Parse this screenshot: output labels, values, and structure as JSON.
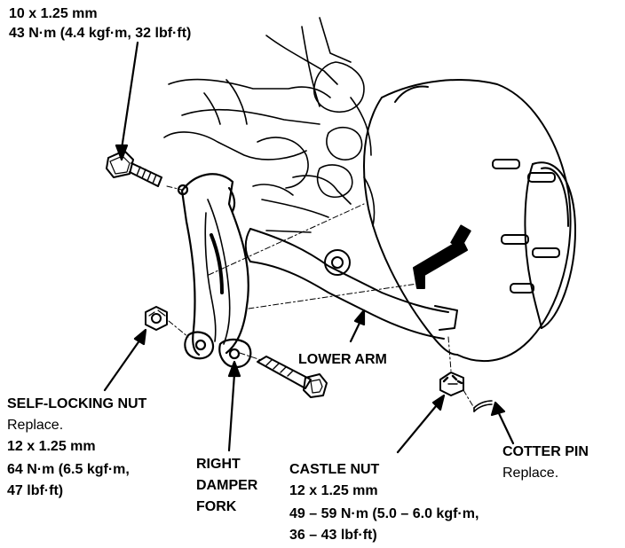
{
  "labels": {
    "bolt": {
      "size": "10 x 1.25 mm",
      "torque": "43 N·m (4.4 kgf·m, 32 lbf·ft)"
    },
    "self_locking_nut": {
      "title": "SELF-LOCKING NUT",
      "note": "Replace.",
      "size": "12 x 1.25 mm",
      "torque_line1": "64 N·m (6.5 kgf·m,",
      "torque_line2": "47 lbf·ft)"
    },
    "right_damper_fork": {
      "line1": "RIGHT",
      "line2": "DAMPER",
      "line3": "FORK"
    },
    "lower_arm": {
      "title": "LOWER ARM"
    },
    "castle_nut": {
      "title": "CASTLE NUT",
      "size": "12 x 1.25 mm",
      "torque_line1": "49 – 59 N·m (5.0 – 6.0 kgf·m,",
      "torque_line2": "36 – 43 lbf·ft)"
    },
    "cotter_pin": {
      "title": "COTTER PIN",
      "note": "Replace."
    }
  }
}
